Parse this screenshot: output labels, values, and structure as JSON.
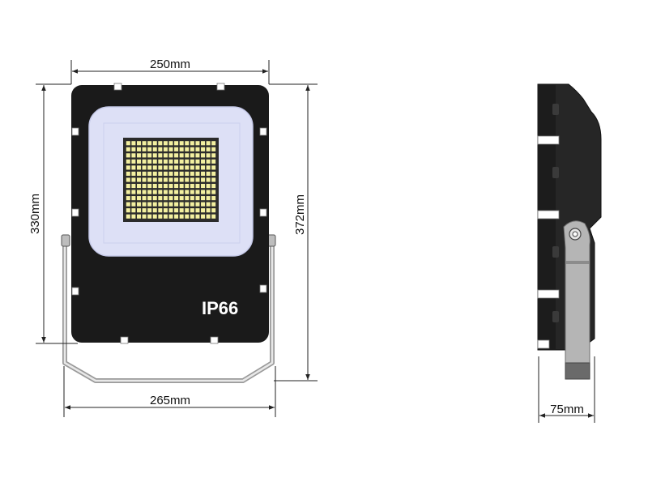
{
  "dimensions": {
    "top_width": "250mm",
    "panel_height": "330mm",
    "total_height": "372mm",
    "bracket_width": "265mm",
    "depth": "75mm"
  },
  "badge": {
    "text": "IP66"
  },
  "colors": {
    "housing": "#1a1a1a",
    "lens": "#dde0f6",
    "led_chip": "#f3f0a0",
    "bracket": "#b5b5b5",
    "dimension_line": "#222222"
  },
  "led_grid": {
    "rows": 13,
    "cols": 17
  }
}
